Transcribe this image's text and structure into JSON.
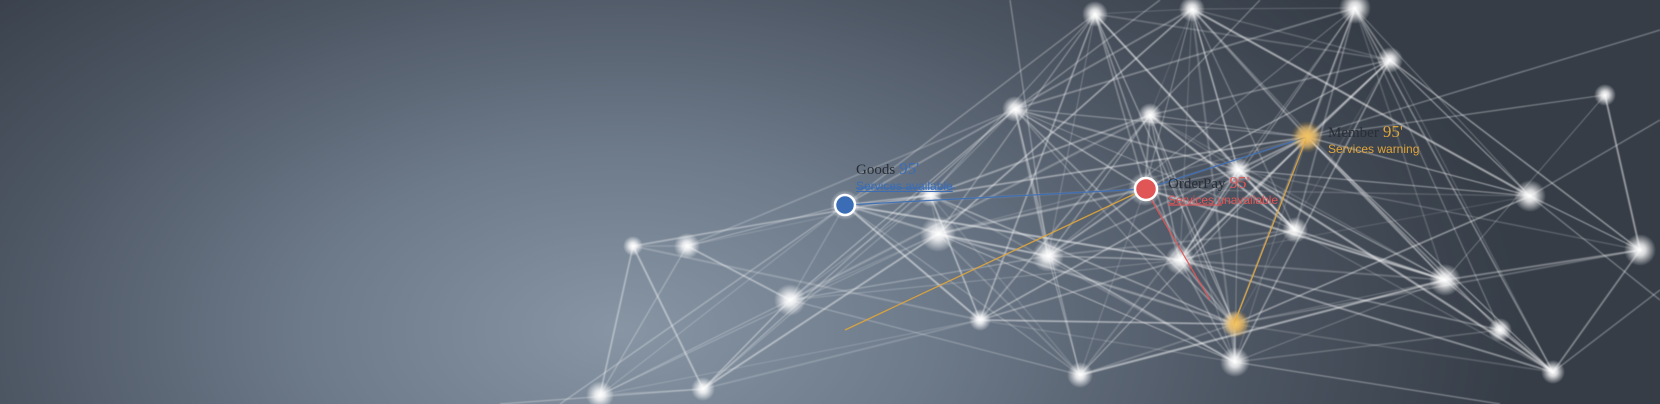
{
  "colors": {
    "available": "#3a6db5",
    "unavailable": "#e05555",
    "warning": "#e0a53a",
    "mesh": "#ffffff"
  },
  "services": [
    {
      "id": "goods",
      "name": "Goods",
      "score": "95'",
      "status": "Services available",
      "state": "available"
    },
    {
      "id": "orderpay",
      "name": "OrderPay",
      "score": "95'",
      "status": "Services unavailable",
      "state": "unavailable"
    },
    {
      "id": "member",
      "name": "Member",
      "score": "95'",
      "status": "Services warning",
      "state": "warning"
    }
  ]
}
